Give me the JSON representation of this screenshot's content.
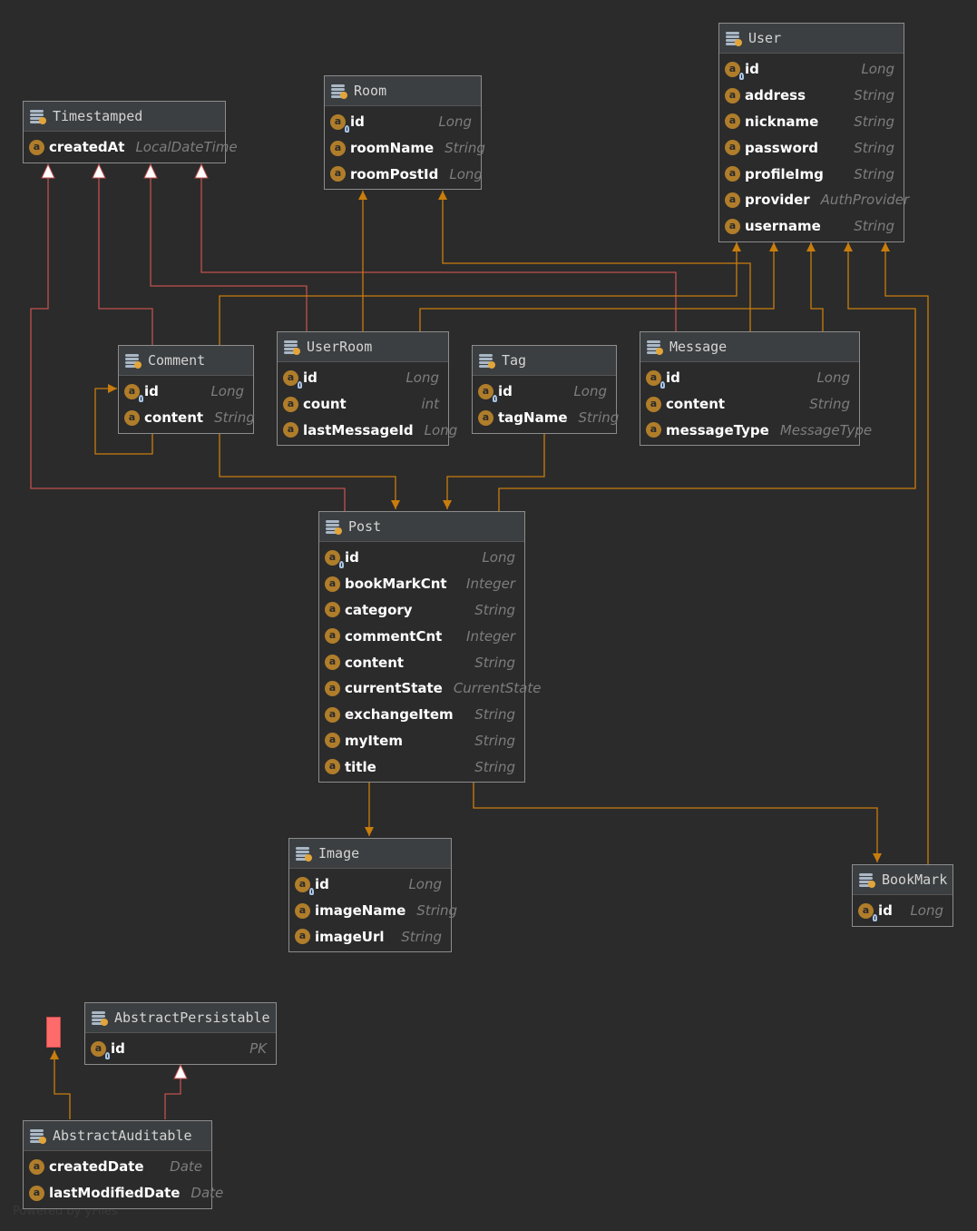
{
  "entities": [
    {
      "id": "timestamped",
      "name": "Timestamped",
      "fields": [
        {
          "name": "createdAt",
          "type": "LocalDateTime",
          "key": false
        }
      ]
    },
    {
      "id": "room",
      "name": "Room",
      "fields": [
        {
          "name": "id",
          "type": "Long",
          "key": true
        },
        {
          "name": "roomName",
          "type": "String",
          "key": false
        },
        {
          "name": "roomPostId",
          "type": "Long",
          "key": false
        }
      ]
    },
    {
      "id": "user",
      "name": "User",
      "fields": [
        {
          "name": "id",
          "type": "Long",
          "key": true
        },
        {
          "name": "address",
          "type": "String",
          "key": false
        },
        {
          "name": "nickname",
          "type": "String",
          "key": false
        },
        {
          "name": "password",
          "type": "String",
          "key": false
        },
        {
          "name": "profileImg",
          "type": "String",
          "key": false
        },
        {
          "name": "provider",
          "type": "AuthProvider",
          "key": false
        },
        {
          "name": "username",
          "type": "String",
          "key": false
        }
      ]
    },
    {
      "id": "comment",
      "name": "Comment",
      "fields": [
        {
          "name": "id",
          "type": "Long",
          "key": true
        },
        {
          "name": "content",
          "type": "String",
          "key": false
        }
      ]
    },
    {
      "id": "userroom",
      "name": "UserRoom",
      "fields": [
        {
          "name": "id",
          "type": "Long",
          "key": true
        },
        {
          "name": "count",
          "type": "int",
          "key": false
        },
        {
          "name": "lastMessageId",
          "type": "Long",
          "key": false
        }
      ]
    },
    {
      "id": "tag",
      "name": "Tag",
      "fields": [
        {
          "name": "id",
          "type": "Long",
          "key": true
        },
        {
          "name": "tagName",
          "type": "String",
          "key": false
        }
      ]
    },
    {
      "id": "message",
      "name": "Message",
      "fields": [
        {
          "name": "id",
          "type": "Long",
          "key": true
        },
        {
          "name": "content",
          "type": "String",
          "key": false
        },
        {
          "name": "messageType",
          "type": "MessageType",
          "key": false
        }
      ]
    },
    {
      "id": "post",
      "name": "Post",
      "fields": [
        {
          "name": "id",
          "type": "Long",
          "key": true
        },
        {
          "name": "bookMarkCnt",
          "type": "Integer",
          "key": false
        },
        {
          "name": "category",
          "type": "String",
          "key": false
        },
        {
          "name": "commentCnt",
          "type": "Integer",
          "key": false
        },
        {
          "name": "content",
          "type": "String",
          "key": false
        },
        {
          "name": "currentState",
          "type": "CurrentState",
          "key": false
        },
        {
          "name": "exchangeItem",
          "type": "String",
          "key": false
        },
        {
          "name": "myItem",
          "type": "String",
          "key": false
        },
        {
          "name": "title",
          "type": "String",
          "key": false
        }
      ]
    },
    {
      "id": "image",
      "name": "Image",
      "fields": [
        {
          "name": "id",
          "type": "Long",
          "key": true
        },
        {
          "name": "imageName",
          "type": "String",
          "key": false
        },
        {
          "name": "imageUrl",
          "type": "String",
          "key": false
        }
      ]
    },
    {
      "id": "bookmark",
      "name": "BookMark",
      "fields": [
        {
          "name": "id",
          "type": "Long",
          "key": true
        }
      ]
    },
    {
      "id": "abstractpersistable",
      "name": "AbstractPersistable",
      "fields": [
        {
          "name": "id",
          "type": "PK",
          "key": true
        }
      ]
    },
    {
      "id": "abstractauditable",
      "name": "AbstractAuditable",
      "fields": [
        {
          "name": "createdDate",
          "type": "Date",
          "key": false
        },
        {
          "name": "lastModifiedDate",
          "type": "Date",
          "key": false
        }
      ]
    }
  ],
  "field_icon_letter": "a",
  "watermark": "Powered by yFiles",
  "colors": {
    "background": "#2b2b2b",
    "header": "#3c3f41",
    "association": "#c97d0c",
    "inheritance": "#c0504d",
    "marker": "#ff6b6b"
  }
}
